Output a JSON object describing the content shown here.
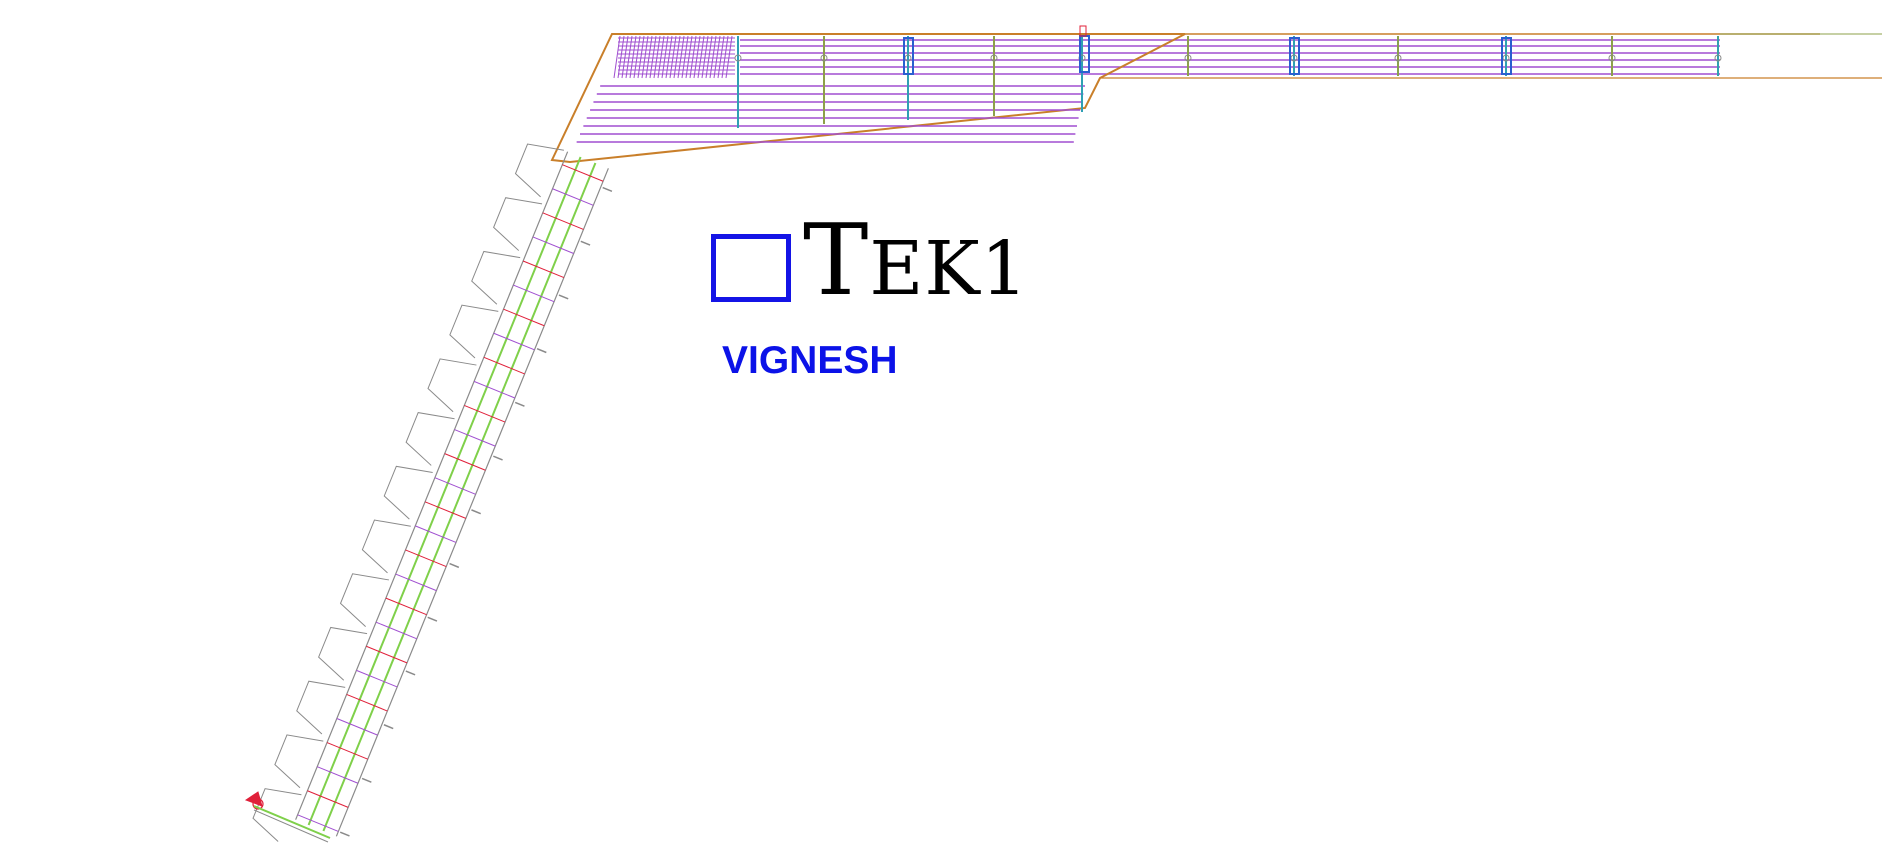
{
  "logo": {
    "brand_lead": "T",
    "brand_rest": "EK1",
    "brand_full": "TEK1",
    "box_color": "#1414e6",
    "text_color": "#000000"
  },
  "author": {
    "name": "VIGNESH",
    "color": "#0b12e8"
  },
  "drawing": {
    "colors": {
      "plank": "#a04fd0",
      "joist": "#2fa0b4",
      "outline": "#c97f2a",
      "ramp_outline": "#8a8a8a",
      "ramp_rail": "#7fd04a",
      "ramp_accent": "#e0203a",
      "box_frame": "#2a5fd0",
      "olive": "#8ea04a"
    }
  }
}
